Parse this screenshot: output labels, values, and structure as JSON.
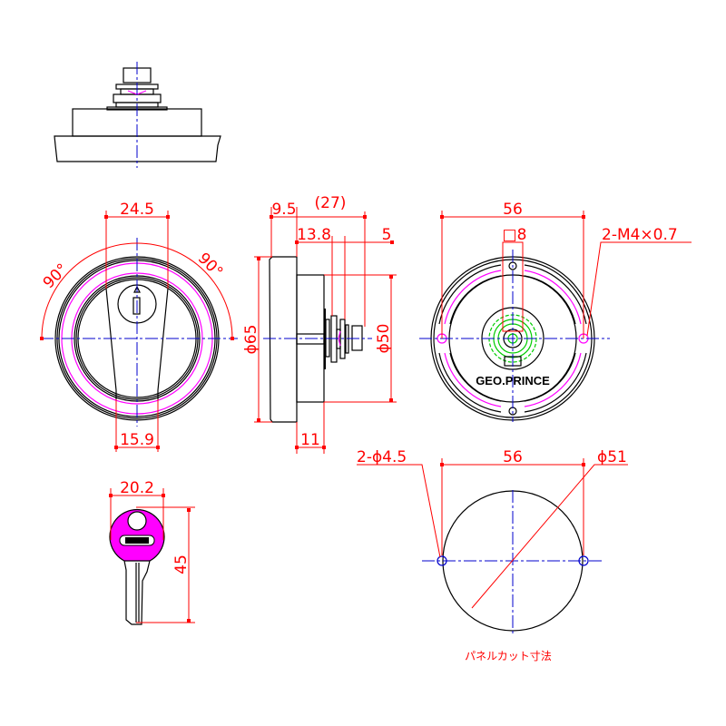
{
  "colors": {
    "outline": "#000000",
    "dimension": "#ff0000",
    "centerline": "#0000cc",
    "hidden": "#ff00ff",
    "cylinder": "#00cc00"
  },
  "front_view": {
    "dim_top": "24.5",
    "dim_bottom": "15.9",
    "angle_left": "90°",
    "angle_right": "90°"
  },
  "side_view": {
    "dim_a": "9.5",
    "dim_b": "(27)",
    "dim_c": "13.8",
    "dim_d": "5",
    "dim_dia_outer": "ϕ65",
    "dim_dia_body": "ϕ50",
    "dim_e": "11"
  },
  "rear_view": {
    "dim_pitch": "56",
    "dim_square": "□8",
    "dim_thread": "2-M4×0.7",
    "brand": "GEO.PRINCE"
  },
  "panel_cut": {
    "dim_holes": "2-ϕ4.5",
    "dim_pitch": "56",
    "dim_dia": "ϕ51",
    "caption": "パネルカット寸法"
  },
  "key": {
    "dim_width": "20.2",
    "dim_length": "45"
  }
}
